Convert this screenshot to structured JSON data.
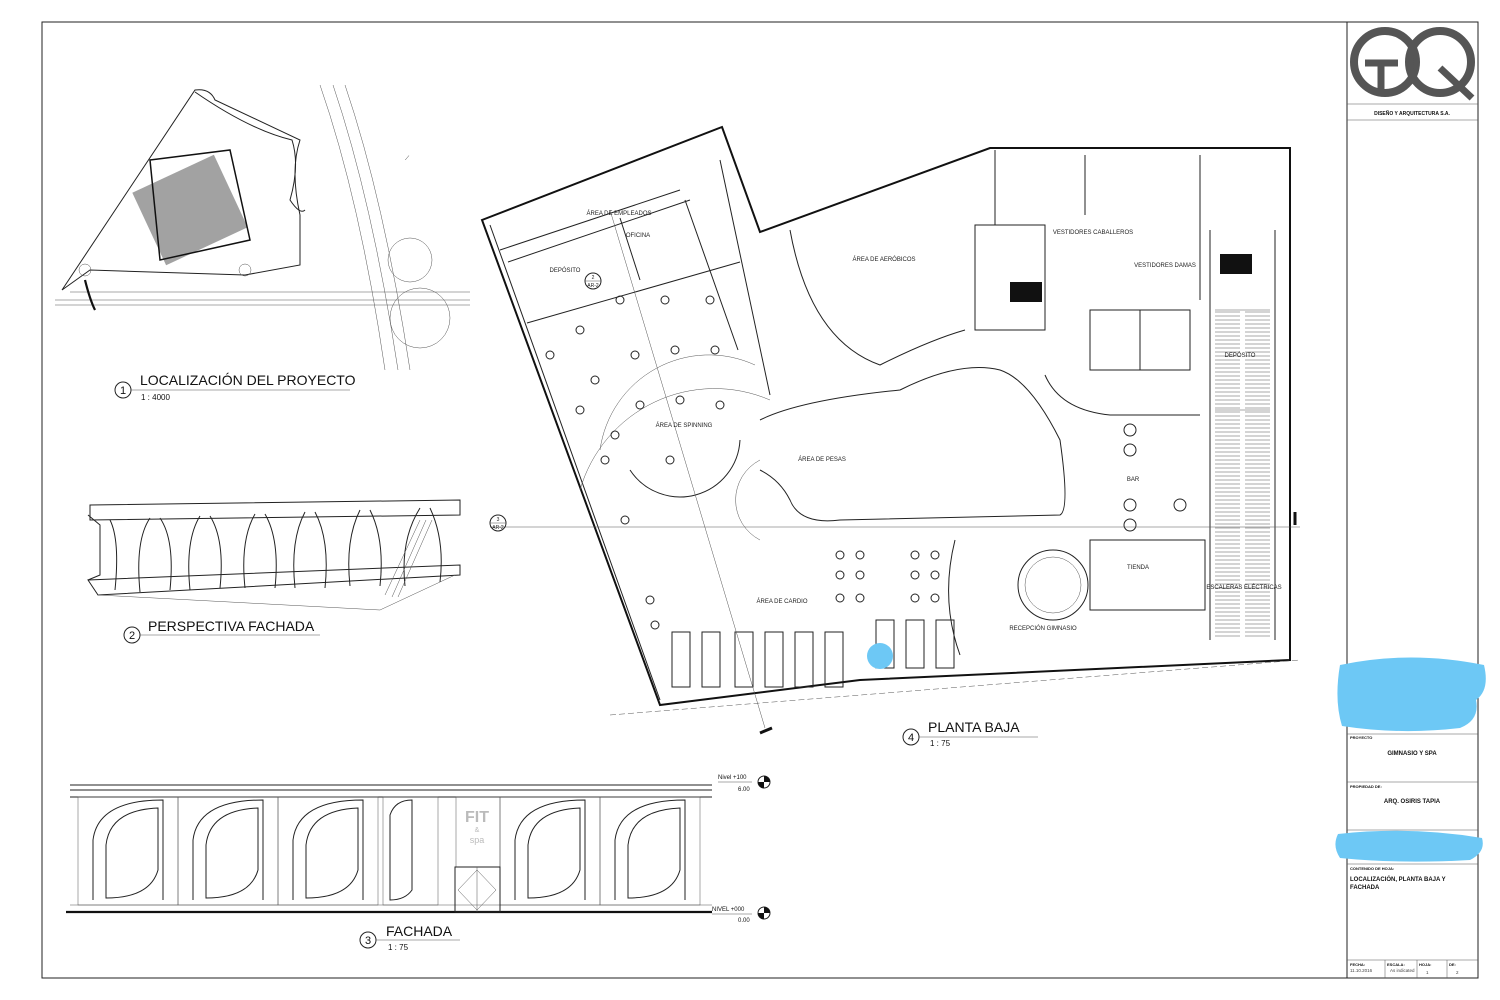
{
  "views": [
    {
      "number": "1",
      "title": "LOCALIZACIÓN DEL PROYECTO",
      "scale": "1 : 4000"
    },
    {
      "number": "2",
      "title": "PERSPECTIVA FACHADA"
    },
    {
      "number": "3",
      "title": "FACHADA",
      "scale": "1 : 75"
    },
    {
      "number": "4",
      "title": "PLANTA BAJA",
      "scale": "1 : 75"
    }
  ],
  "floor_plan": {
    "rooms": [
      "ÁREA DE EMPLEADOS",
      "OFICINA",
      "DEPÓSITO",
      "ÁREA DE AERÓBICOS",
      "VESTIDORES CABALLEROS",
      "VESTIDORES DAMAS",
      "DEPÓSITO",
      "ÁREA DE SPINNING",
      "ÁREA DE PESAS",
      "BAR",
      "TIENDA",
      "ESCALERAS ELÉCTRICAS",
      "ÁREA DE CARDIO",
      "RECEPCIÓN GIMNASIO"
    ],
    "section_marks": [
      {
        "number": "2",
        "sheet": "AR-2"
      },
      {
        "number": "3",
        "sheet": "AR-2"
      }
    ]
  },
  "facade": {
    "sign_main": "FIT",
    "sign_amp": "&",
    "sign_sub": "spa",
    "level_top_label": "Nivel +100",
    "level_top_value": "6.00",
    "level_bottom_label": "NIVEL +000",
    "level_bottom_value": "0.00"
  },
  "title_block": {
    "logo_text": "TQ",
    "company": "DISEÑO Y ARQUITECTURA S.A.",
    "project_label": "PROYECTO",
    "project": "GIMNASIO Y SPA",
    "owner_label": "PROPIEDAD DE:",
    "owner": "ARQ. OSIRIS TAPIA",
    "content_label": "CONTENIDO DE HOJA:",
    "content_line1": "LOCALIZACIÓN, PLANTA BAJA Y",
    "content_line2": "FACHADA",
    "date_label": "FECHA:",
    "date": "11.10.2016",
    "scale_label": "ESCALA:",
    "scale": "As indicated",
    "sheet_label": "HOJA:",
    "sheet": "1",
    "of_label": "DE:",
    "of": "2"
  },
  "colors": {
    "redaction": "#6dc8f5",
    "logo": "#555555"
  }
}
